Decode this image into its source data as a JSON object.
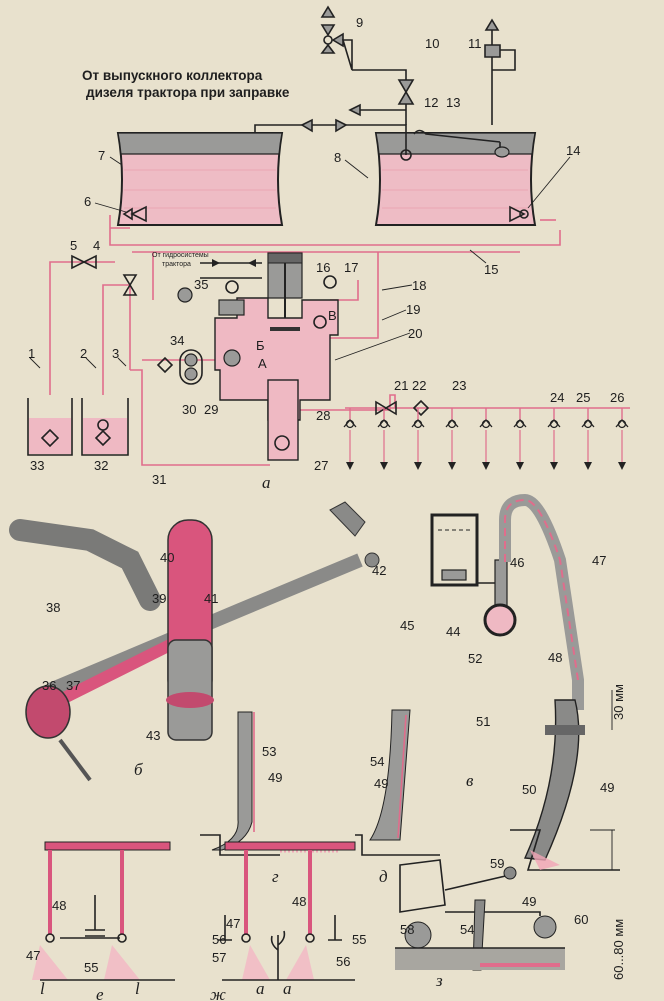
{
  "colors": {
    "background": "#e8e1cd",
    "liquid": "#efb9c3",
    "pipe": "#e06d8c",
    "metal": "#9a9a98"
  },
  "text": {
    "exhaust_line1": "От выпускного коллектора",
    "exhaust_line2": "дизеля трактора при заправке",
    "hydro_line1": "От гидросистемы",
    "hydro_line2": "трактора",
    "dim_30": "30 мм",
    "dim_60_80": "60...80 мм",
    "chamber_a": "А",
    "chamber_b": "Б",
    "chamber_v": "В",
    "dim_l": "l",
    "dim_a": "a"
  },
  "captions": {
    "a": "а",
    "b": "б",
    "v": "в",
    "g": "г",
    "d": "д",
    "e": "е",
    "zh": "ж",
    "z": "з"
  },
  "n": {
    "1": "1",
    "2": "2",
    "3": "3",
    "4": "4",
    "5": "5",
    "6": "6",
    "7": "7",
    "8": "8",
    "9": "9",
    "10": "10",
    "11": "11",
    "12": "12",
    "13": "13",
    "14": "14",
    "15": "15",
    "16": "16",
    "17": "17",
    "18": "18",
    "19": "19",
    "20": "20",
    "21": "21",
    "22": "22",
    "23": "23",
    "24": "24",
    "25": "25",
    "26": "26",
    "27": "27",
    "28": "28",
    "29": "29",
    "30": "30",
    "31": "31",
    "32": "32",
    "33": "33",
    "34": "34",
    "35": "35",
    "36": "36",
    "37": "37",
    "38": "38",
    "39": "39",
    "40": "40",
    "41": "41",
    "42": "42",
    "43": "43",
    "44": "44",
    "45": "45",
    "46": "46",
    "47": "47",
    "48": "48",
    "49": "49",
    "50": "50",
    "51": "51",
    "52": "52",
    "53": "53",
    "54": "54",
    "55": "55",
    "56": "56",
    "57": "57",
    "58": "58",
    "59": "59",
    "60": "60"
  }
}
